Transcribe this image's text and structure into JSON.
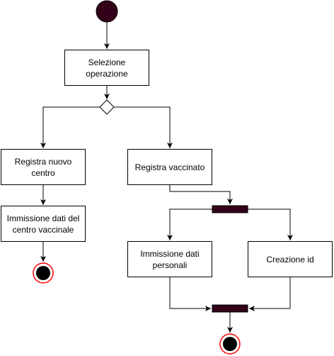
{
  "diagram": {
    "type": "uml-activity",
    "colors": {
      "initial_fill": "#33001a",
      "bar_fill": "#33001a",
      "final_ring": "#ff0000",
      "line": "#000000"
    },
    "nodes": {
      "selezione": "Selezione operazione",
      "registra_centro": "Registra nuovo centro",
      "immissione_centro": "Immissione dati del\ncentro vaccinale",
      "registra_vaccinato": "Registra vaccinato",
      "immissione_personali": "Immissione dati\npersonali",
      "creazione_id": "Creazione id"
    }
  }
}
